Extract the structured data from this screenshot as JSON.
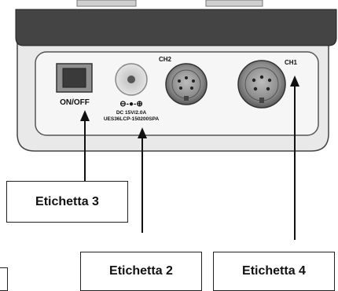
{
  "device": {
    "switch_label": "ON/OFF",
    "polarity_symbol": "⊖-●-⊕",
    "power_rating": "DC 15V/2.0A",
    "adapter_model": "UES36LCP-150200SPA",
    "port_ch2": "CH2",
    "port_ch1": "CH1"
  },
  "labels": {
    "label_3": "Etichetta 3",
    "label_2": "Etichetta 2",
    "label_4": "Etichetta 4"
  }
}
